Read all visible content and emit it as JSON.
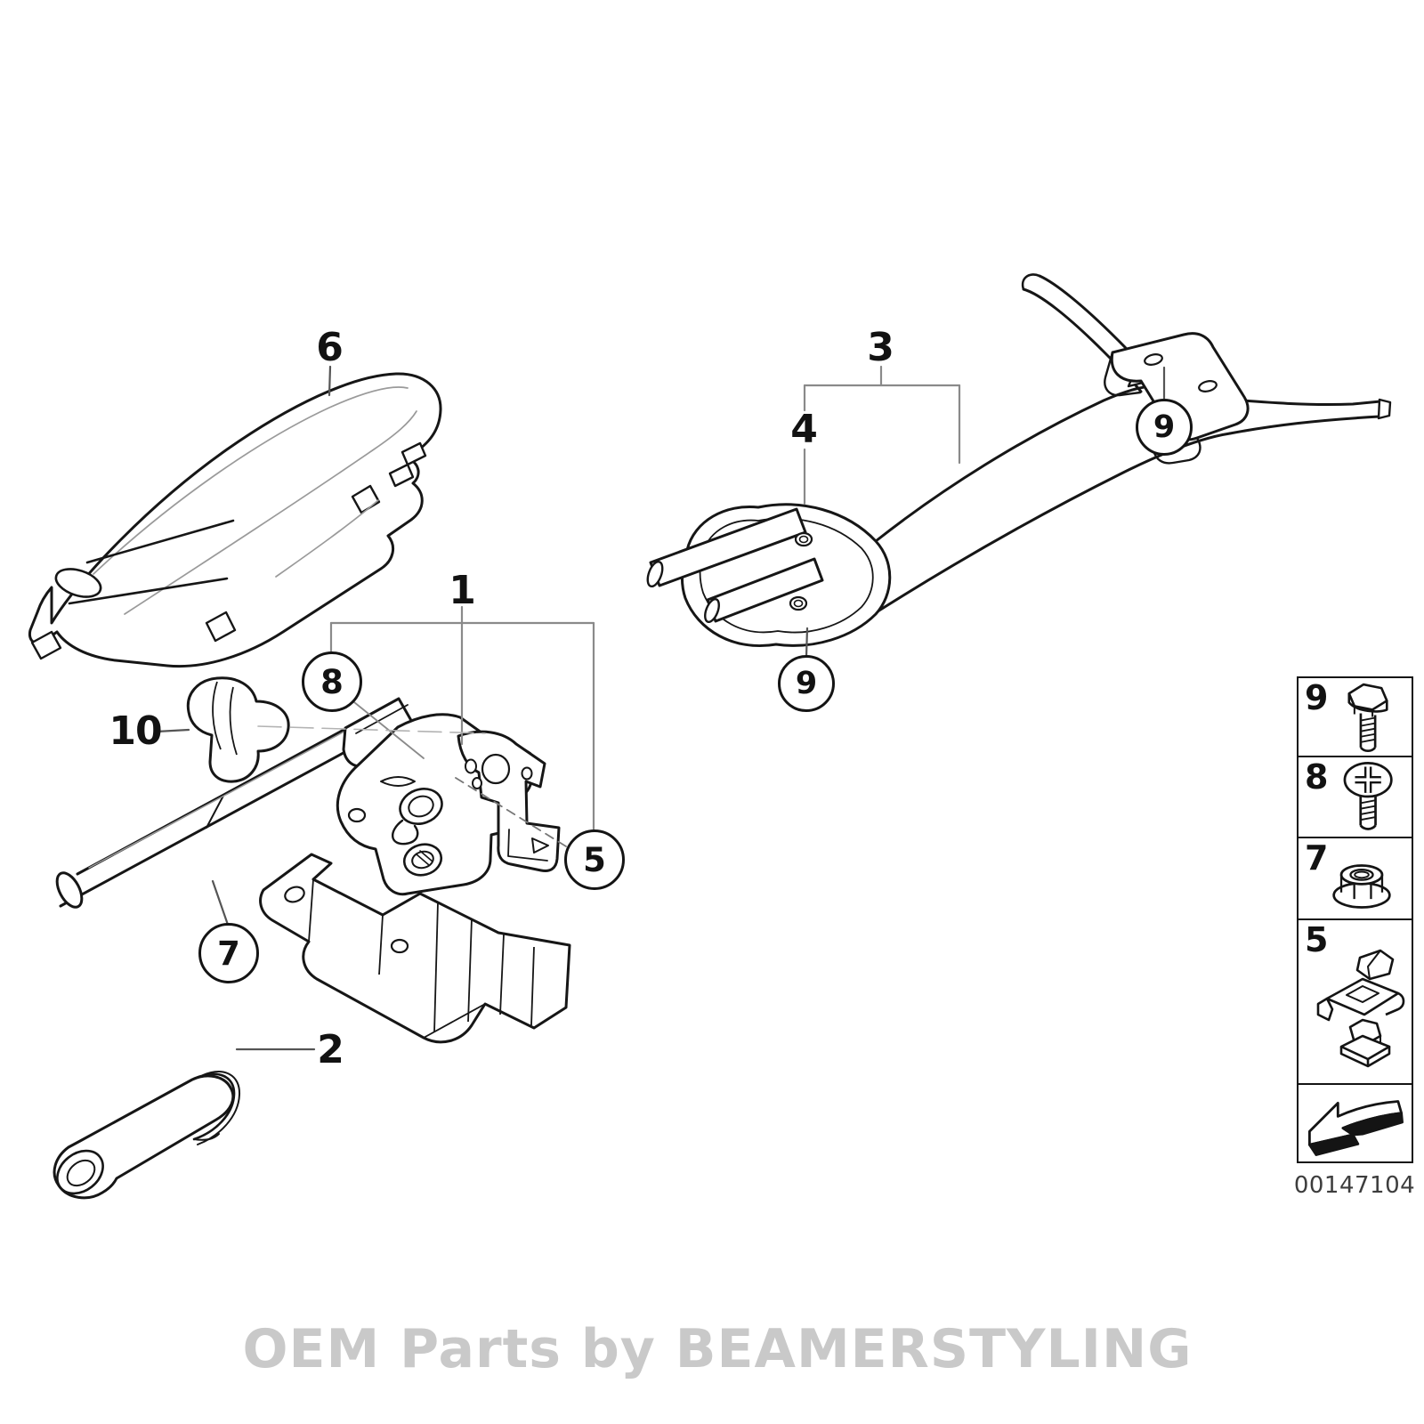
{
  "figure": {
    "type": "exploded-parts-diagram",
    "description": "Handbrake lever and parking brake bowden cable parts diagram",
    "diagram_number": "00147104",
    "watermark": "OEM Parts by BEAMERSTYLING"
  },
  "callout_labels": {
    "part_1": "1",
    "part_2": "2",
    "part_3": "3",
    "part_4": "4",
    "part_6": "6",
    "part_10": "10"
  },
  "callout_circles": {
    "circle_8": "8",
    "circle_5": "5",
    "circle_7": "7",
    "circle_9_bracket": "9",
    "circle_9_fitting": "9"
  },
  "legend": {
    "items": [
      {
        "label": "9",
        "icon": "hex-bolt-icon"
      },
      {
        "label": "8",
        "icon": "phillips-screw-icon"
      },
      {
        "label": "7",
        "icon": "flange-lock-nut-icon"
      },
      {
        "label": "5",
        "icon": "cage-nut-clip-icon"
      }
    ],
    "arrow": {
      "icon": "direction-arrow-icon"
    }
  },
  "colors": {
    "background": "#ffffff",
    "line_art": "#161616",
    "leader_line": "#8a8a8a",
    "watermark": "#c9c9c9",
    "diagram_number_text": "#3d3d3d"
  }
}
